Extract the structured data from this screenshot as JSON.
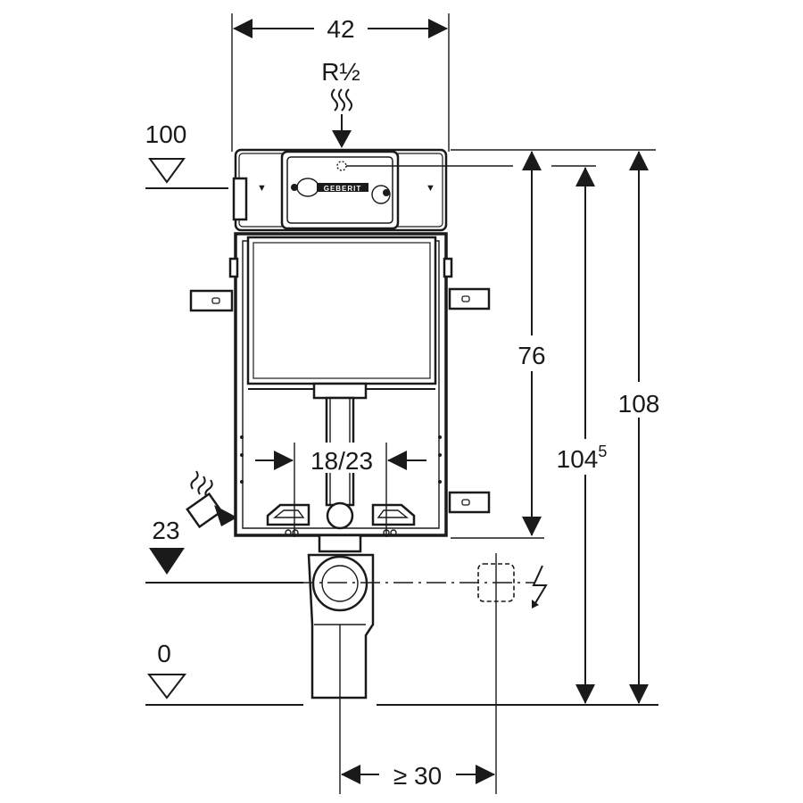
{
  "dimensions": {
    "width_top": "42",
    "water_inlet": "R½",
    "level_100": "100",
    "height_76": "76",
    "height_104_main": "104",
    "height_104_sup": "5",
    "height_108": "108",
    "spacing_18_23": "18/23",
    "level_23": "23",
    "level_0": "0",
    "distance_30": "≥ 30"
  },
  "brand": "GEBERIT"
}
